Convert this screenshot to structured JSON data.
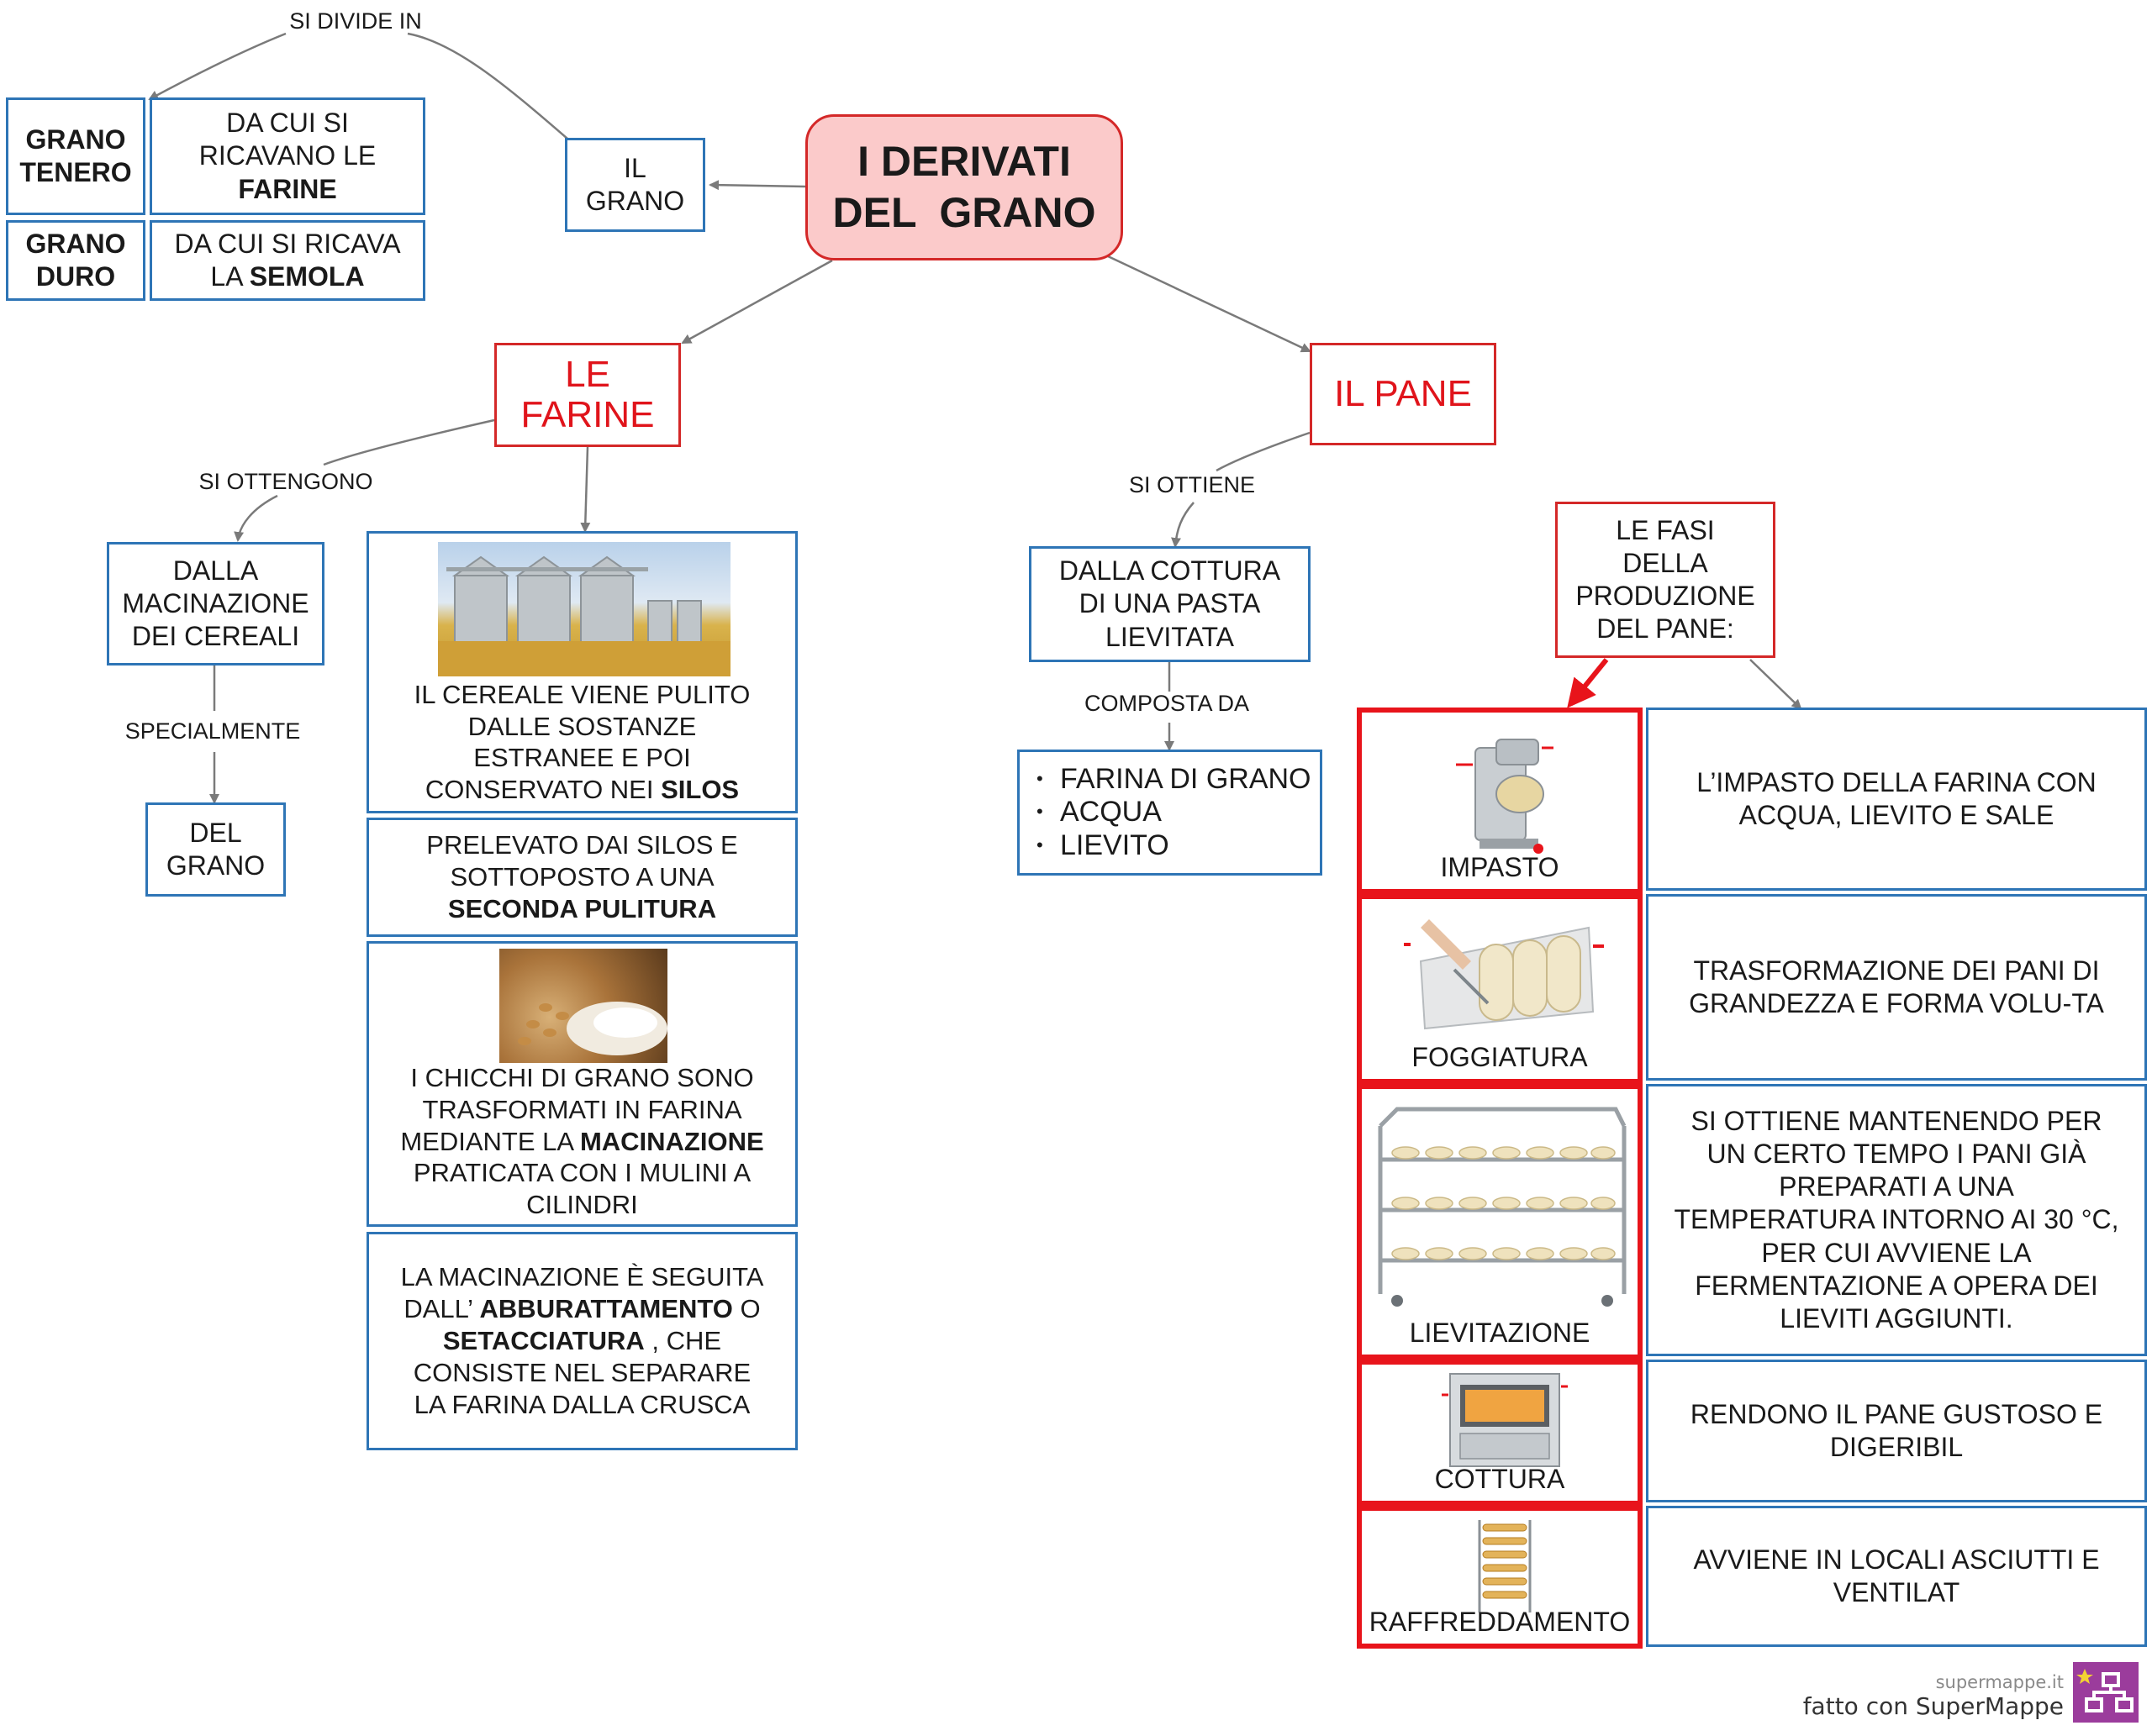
{
  "colors": {
    "blue_border": "#2e75b6",
    "red_border": "#d42828",
    "title_fill": "#fbcaca",
    "red_text": "#e0141b",
    "logo_purple": "#9b3c9c"
  },
  "title": {
    "line1": "I DERIVATI",
    "line2": "DEL  GRANO"
  },
  "il_grano": {
    "text": "IL\nGRANO",
    "edge_label": "SI DIVIDE IN"
  },
  "grano_types": [
    {
      "name": "GRANO\nTENERO",
      "desc_prefix": "DA CUI SI\nRICAVANO LE",
      "desc_bold": "FARINE"
    },
    {
      "name": "GRANO\nDURO",
      "desc_prefix": "DA CUI SI RICAVA\nLA ",
      "desc_bold": "SEMOLA"
    }
  ],
  "farine": {
    "title": "LE\nFARINE",
    "edge_label": "SI OTTENGONO",
    "origin": "DALLA\nMACINAZIONE\nDEI CEREALI",
    "origin_edge_label": "SPECIALMENTE",
    "origin_detail": "DEL\nGRANO",
    "steps": [
      {
        "image": "silos-image",
        "prefix": "IL  CEREALE  VIENE  PULITO\nDALLE  SOSTANZE\nESTRANEE   E POI\nCONSERVATO NEI ",
        "bold": "SILOS"
      },
      {
        "prefix": "PRELEVATO DAI SILOS E\nSOTTOPOSTO A UNA\n",
        "bold": "SECONDA  PULITURA"
      },
      {
        "image": "grain-flour-image",
        "prefix": "I CHICCHI DI GRANO SONO\nTRASFORMATI IN FARINA\nMEDIANTE LA ",
        "bold": "MACINAZIONE",
        "suffix": "\nPRATICATA CON I MULINI A\nCILINDRI"
      },
      {
        "prefix": "LA MACINAZIONE È SEGUITA\nDALL’ ",
        "bold": "ABBURATTAMENTO",
        "mid": "  O\n",
        "bold2": "SETACCIATURA",
        "suffix": " , CHE\nCONSISTE NEL SEPARARE\nLA FARINA DALLA CRUSCA"
      }
    ]
  },
  "pane": {
    "title": "IL PANE",
    "edge_label": "SI OTTIENE",
    "origin": "DALLA COTTURA\nDI UNA PASTA\nLIEVITATA",
    "composition_label": "COMPOSTA DA",
    "ingredients": [
      "FARINA DI GRANO",
      "ACQUA",
      "LIEVITO"
    ],
    "phases_title": "LE FASI\nDELLA\nPRODUZIONE\nDEL PANE:",
    "phases": [
      {
        "name": "IMPASTO",
        "icon": "mixer-icon",
        "desc": "L’IMPASTO DELLA  FARINA  CON\nACQUA,  LIEVITO  E  SALE"
      },
      {
        "name": "FOGGIATURA",
        "icon": "shaping-icon",
        "desc": "TRASFORMAZIONE DEI PANI DI\nGRANDEZZA E FORMA VOLU-TA"
      },
      {
        "name": "LIEVITAZIONE",
        "icon": "proofing-rack-icon",
        "desc": "SI  OTTIENE  MANTENENDO  PER\nUN  CERTO  TEMPO  I  PANI  GIÀ\nPREPARATI  A UNA\nTEMPERATURA INTORNO AI 30 °C,\nPER CUI AVVIENE LA\nFERMENTAZIONE A OPERA DEI\nLIEVITI  AGGIUNTI."
      },
      {
        "name": "COTTURA",
        "icon": "oven-icon",
        "desc": "RENDONO IL PANE GUSTOSO E\nDIGERIBIL"
      },
      {
        "name": "RAFFREDDAMENTO",
        "icon": "cooling-rack-icon",
        "desc": "AVVIENE  IN  LOCALI  ASCIUTTI  E\nVENTILAT"
      }
    ]
  },
  "footer": {
    "site": "supermappe.it",
    "credit": "fatto con SuperMappe"
  }
}
